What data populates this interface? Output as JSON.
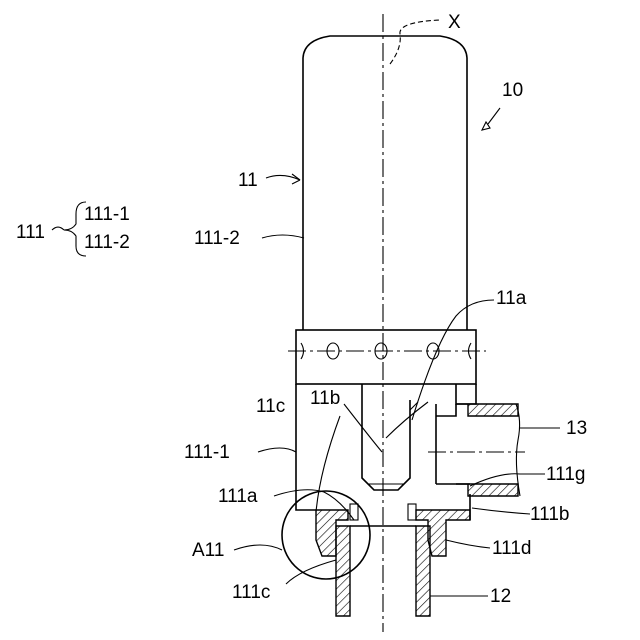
{
  "labels": {
    "axis": "X",
    "assembly": "10",
    "cartridge": "11",
    "part_group": "111",
    "part_group_sub1": "111-1",
    "part_group_sub2": "111-2",
    "upper_body": "111-2",
    "lower_body": "111-1",
    "passage_a": "11a",
    "passage_b": "11b",
    "passage_c": "11c",
    "outlet_pipe": "13",
    "seal_g": "111g",
    "flange_a": "111a",
    "step_b": "111b",
    "detail_region": "A11",
    "collar_d": "111d",
    "wall_c": "111c",
    "inlet_pipe": "12"
  }
}
